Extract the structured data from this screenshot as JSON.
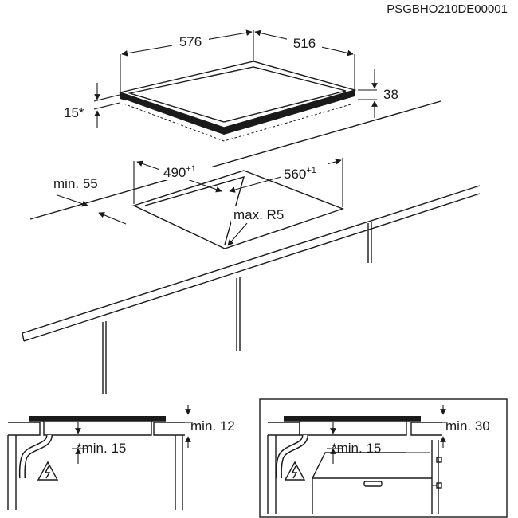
{
  "document_code": "PSGBHO210DE00001",
  "hob": {
    "width": "576",
    "depth": "516",
    "height": "38",
    "edge": "15*"
  },
  "cutout": {
    "depth_base": "490",
    "depth_tol": "+1",
    "width_base": "560",
    "width_tol": "+1",
    "front_min": "min. 55",
    "radius": "max. R5"
  },
  "detail_left": {
    "top_gap": "min. 12",
    "under_gap": "*min. 15"
  },
  "detail_right": {
    "top_gap": "min. 30",
    "under_gap": "*min. 15"
  },
  "warning_symbol": "warning-triangle-lightning",
  "line_color": "#1a1a1a"
}
